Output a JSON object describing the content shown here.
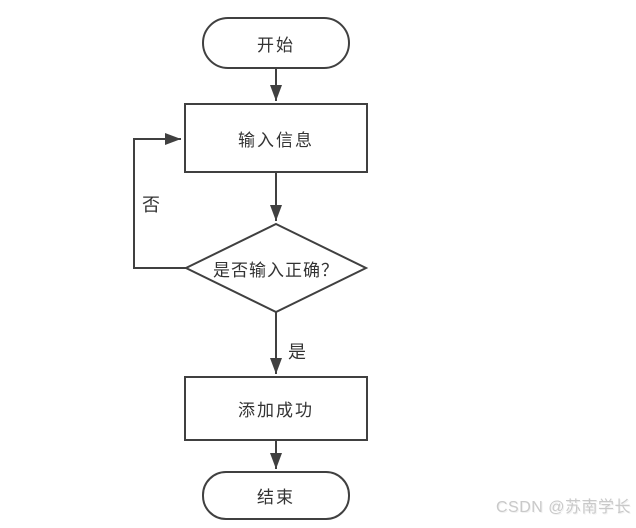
{
  "flowchart": {
    "nodes": {
      "start": {
        "type": "terminator",
        "label": "开始"
      },
      "input": {
        "type": "process",
        "label": "输入信息"
      },
      "decision": {
        "type": "decision",
        "label": "是否输入正确？"
      },
      "success": {
        "type": "process",
        "label": "添加成功"
      },
      "end": {
        "type": "terminator",
        "label": "结束"
      }
    },
    "edges": [
      {
        "from": "start",
        "to": "input",
        "label": ""
      },
      {
        "from": "input",
        "to": "decision",
        "label": ""
      },
      {
        "from": "decision",
        "to": "input",
        "label": "否"
      },
      {
        "from": "decision",
        "to": "success",
        "label": "是"
      },
      {
        "from": "success",
        "to": "end",
        "label": ""
      }
    ],
    "colors": {
      "stroke": "#404040",
      "node_fill": "#ffffff",
      "text": "#333333",
      "watermark": "#c9c9c9"
    }
  },
  "watermark": {
    "text": "CSDN @苏南学长"
  }
}
